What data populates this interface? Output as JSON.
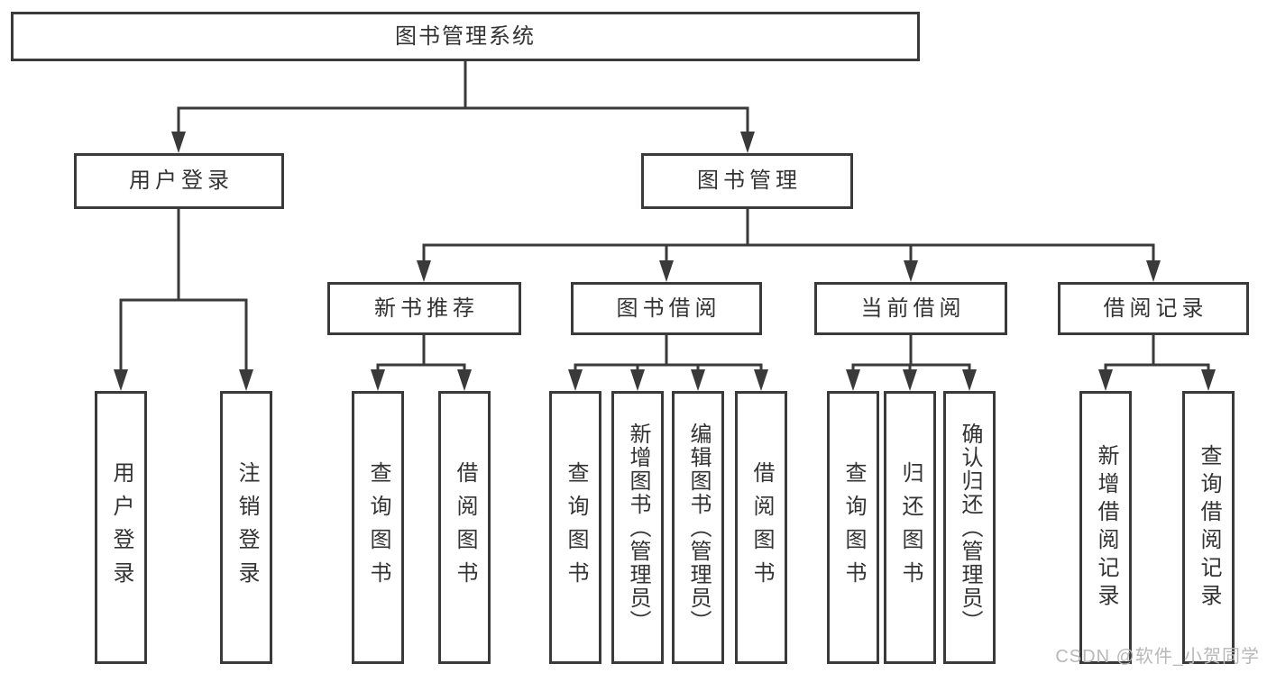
{
  "tree": {
    "root": {
      "label": "图书管理系统"
    },
    "branches": [
      {
        "label": "用户登录",
        "children": [
          {
            "label": "用户登录"
          },
          {
            "label": "注销登录"
          }
        ]
      },
      {
        "label": "图书管理",
        "children": [
          {
            "label": "新书推荐",
            "children": [
              {
                "label": "查询图书"
              },
              {
                "label": "借阅图书"
              }
            ]
          },
          {
            "label": "图书借阅",
            "children": [
              {
                "label": "查询图书"
              },
              {
                "label": "新增图书（管理员）"
              },
              {
                "label": "编辑图书（管理员）"
              },
              {
                "label": "借阅图书"
              }
            ]
          },
          {
            "label": "当前借阅",
            "children": [
              {
                "label": "查询图书"
              },
              {
                "label": "归还图书"
              },
              {
                "label": "确认归还（管理员）"
              }
            ]
          },
          {
            "label": "借阅记录",
            "children": [
              {
                "label": "新增借阅记录"
              },
              {
                "label": "查询借阅记录"
              }
            ]
          }
        ]
      }
    ]
  },
  "watermark": {
    "text": "CSDN @软件_小贺同学"
  },
  "colors": {
    "line": "#3a3a3a",
    "text": "#333333",
    "watermark": "#b8b8b8",
    "background": "#ffffff"
  }
}
